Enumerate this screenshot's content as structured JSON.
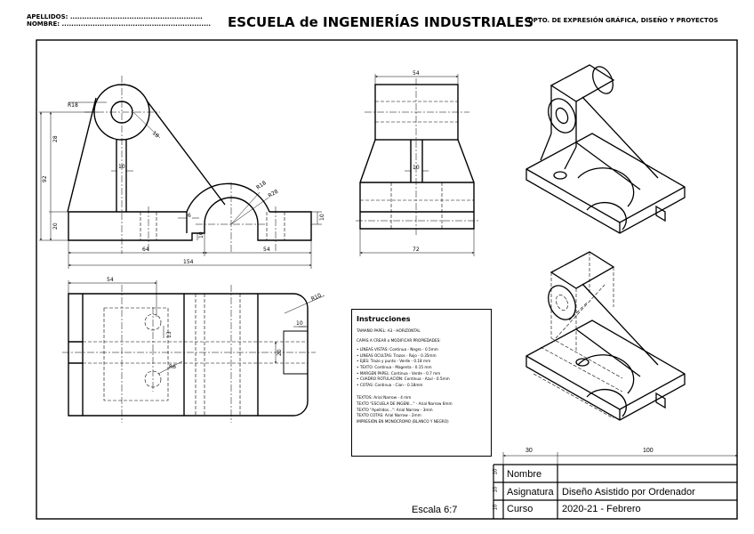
{
  "header": {
    "apellidos": "APELLIDOS: ........................................................",
    "nombre": "NOMBRE: ...............................................................",
    "school": "ESCUELA de INGENIERÍAS INDUSTRIALES",
    "dept": "DPTO. DE EXPRESIÓN GRÁFICA, DISEÑO Y PROYECTOS"
  },
  "dims": {
    "d_r18": "R18",
    "d_18": "18",
    "d_28": "28",
    "d_92": "92",
    "d_20": "20",
    "d_10a": "10",
    "d_r18b": "R18",
    "d_r28": "R28",
    "d_6": "6",
    "d_10b": "10",
    "d_10c": "10",
    "d_64": "64",
    "d_54a": "54",
    "d_154": "154",
    "d_54b": "54",
    "d_10d": "10",
    "d_72": "72",
    "d_54c": "54",
    "d_r10": "R10",
    "d_10e": "10",
    "d_13": "13",
    "d_r6": "R6",
    "d_20b": "20"
  },
  "instructions": {
    "title": "Instrucciones",
    "paper": "TAMAÑO PAPEL: A3 - HORIZONTAL",
    "layers": "CAPAS A CREAR o MODIFICAR PROPIEDADES:",
    "items": [
      "LÍNEAS VISTAS: Continua - Negro - 0.5mm",
      "LÍNEAS OCULTAS: Trazos - Rojo - 0.35mm",
      "EJES: Trazo y punto - Verde - 0.18 mm",
      "TEXTO: Continua - Magenta - 0.15 mm",
      "MARGEN PAPEL: Continua - Verde - 0.7 mm",
      "CUADRO ROTULACIÓN: Continua - Azul - 0.5mm",
      "COTAS: Continua - Cian - 0.18mm"
    ],
    "texts": [
      "TEXTOS: Arial Narrow - 4 mm",
      "TEXTO \"ESCUELA DE INGENI...\" - Arial Narrow 6mm",
      "TEXTO \"Apellidos...\": Arial Narrow - 3mm",
      "TEXTO COTAS: Arial Narrow - 2mm",
      "IMPRESIÓN EN MONOCROMO (BLANCO Y NEGRO)"
    ]
  },
  "title_block": {
    "col1_width": "30",
    "col2_width": "100",
    "row_height": "10",
    "rows": [
      {
        "label": "Nombre",
        "value": ""
      },
      {
        "label": "Asignatura",
        "value": "Diseño Asistido por Ordenador"
      },
      {
        "label": "Curso",
        "value": "2020-21 - Febrero"
      }
    ],
    "escala": "Escala 6:7"
  }
}
